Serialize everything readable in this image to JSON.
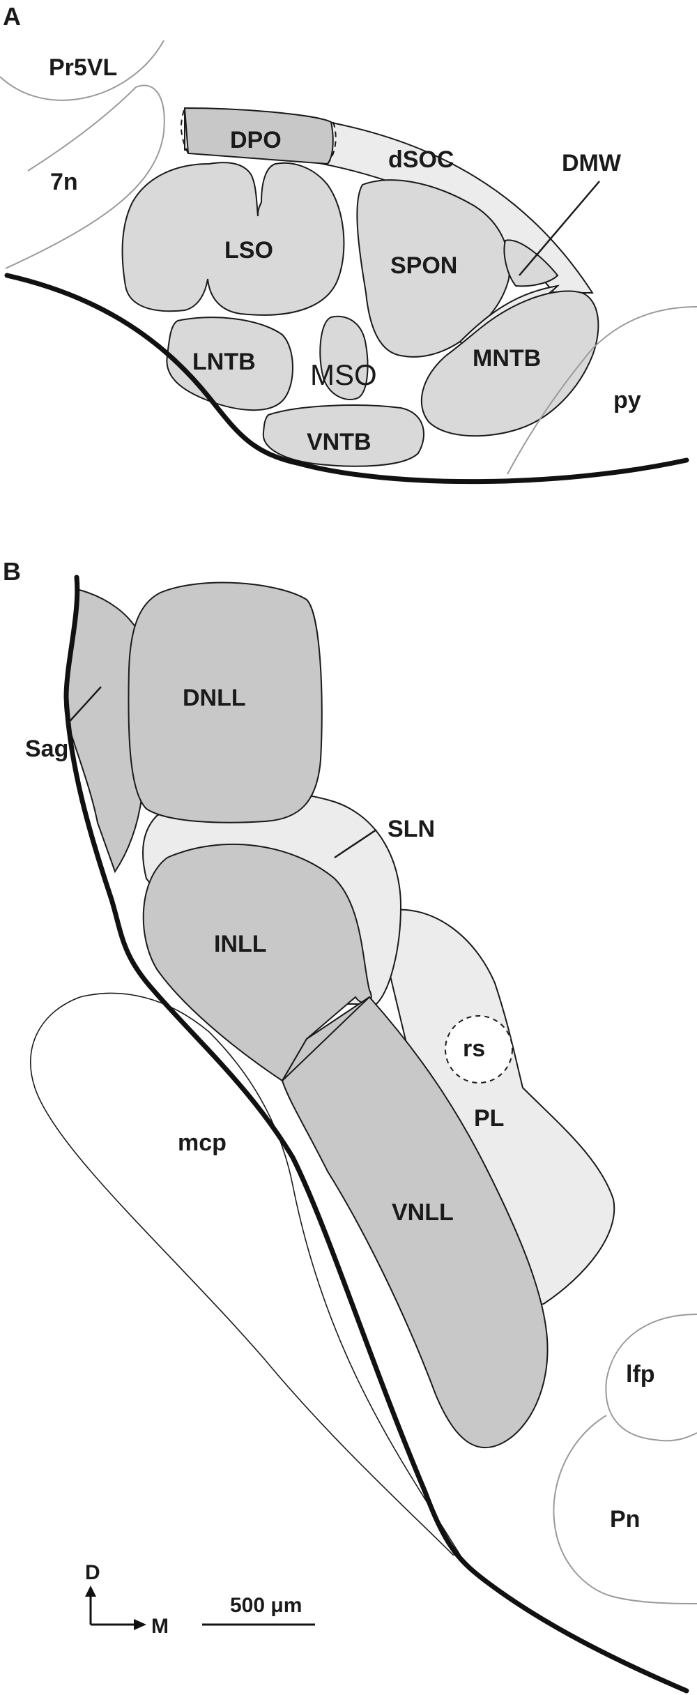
{
  "panels": {
    "a": {
      "letter": "A",
      "regions": {
        "pr5vl": "Pr5VL",
        "seven_n": "7n",
        "dpo": "DPO",
        "dsoc": "dSOC",
        "dmw": "DMW",
        "lso": "LSO",
        "spon": "SPON",
        "lntb": "LNTB",
        "mso": "MSO",
        "mntb": "MNTB",
        "py": "py",
        "vntb": "VNTB"
      }
    },
    "b": {
      "letter": "B",
      "regions": {
        "dnll": "DNLL",
        "sag": "Sag",
        "sln": "SLN",
        "inll": "INLL",
        "rs": "rs",
        "pl": "PL",
        "mcp": "mcp",
        "vnll": "VNLL",
        "lfp": "lfp",
        "pn": "Pn"
      },
      "orientation": {
        "dorsal": "D",
        "medial": "M"
      },
      "scale_bar": "500 μm"
    }
  }
}
